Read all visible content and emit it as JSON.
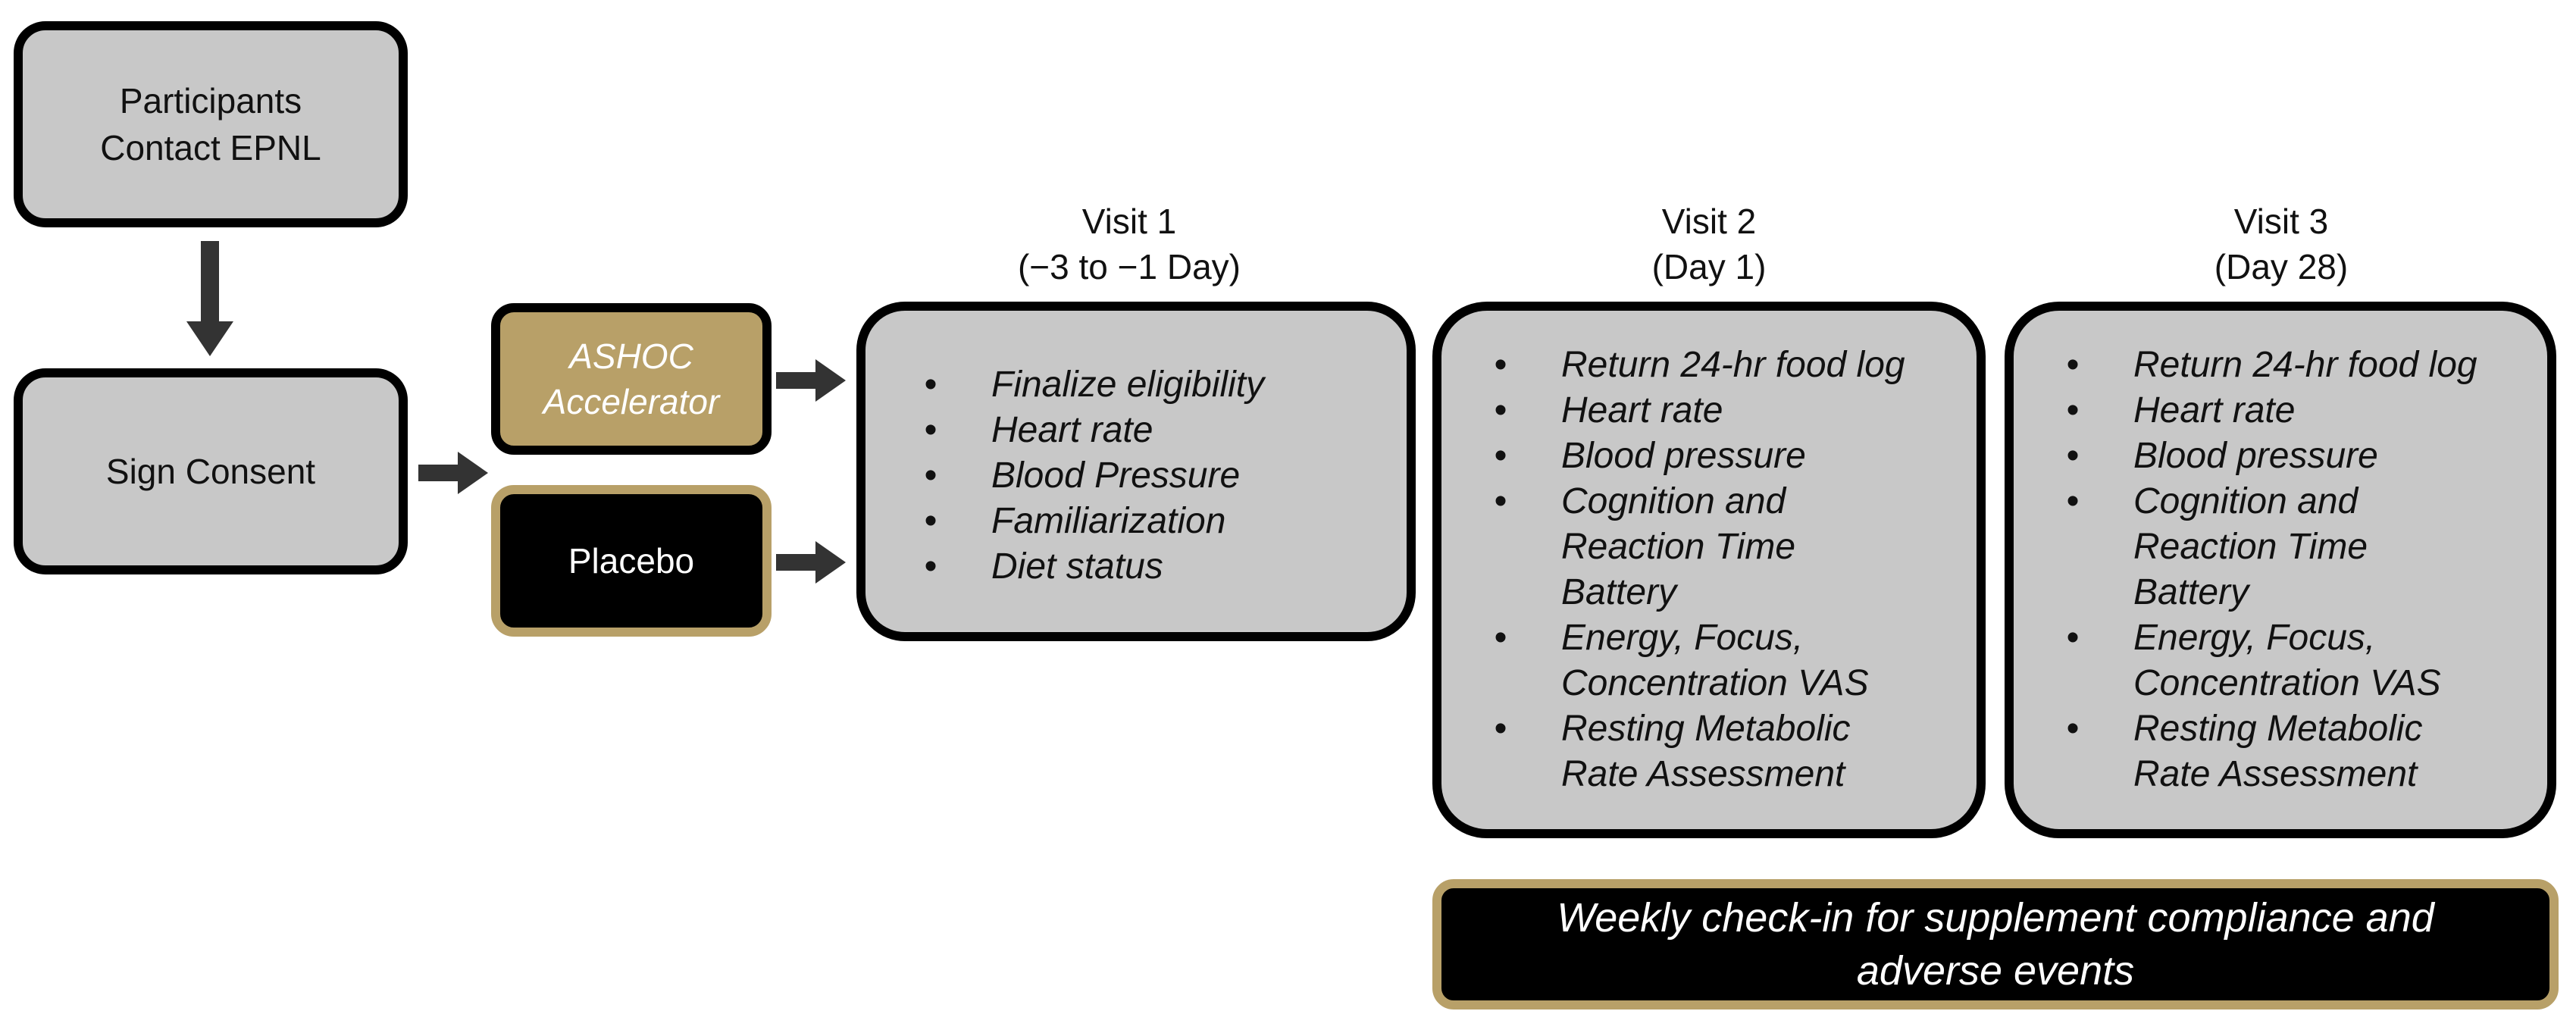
{
  "boxes": {
    "participants": "Participants\nContact EPNL",
    "participants_line1": "Participants",
    "participants_line2": "Contact EPNL",
    "sign_consent": "Sign Consent",
    "ashoc_line1": "ASHOC",
    "ashoc_line2": "Accelerator",
    "placebo": "Placebo"
  },
  "visits": [
    {
      "title_line1": "Visit 1",
      "title_line2": "(−3 to −1 Day)",
      "items": [
        "Finalize eligibility",
        "Heart rate",
        "Blood Pressure",
        "Familiarization",
        "Diet status"
      ]
    },
    {
      "title_line1": "Visit 2",
      "title_line2": "(Day 1)",
      "items": [
        [
          "Return 24-hr food log"
        ],
        [
          "Heart rate"
        ],
        [
          "Blood pressure"
        ],
        [
          "Cognition and",
          "Reaction Time",
          "Battery"
        ],
        [
          "Energy, Focus,",
          "Concentration VAS"
        ],
        [
          "Resting Metabolic",
          "Rate Assessment"
        ]
      ]
    },
    {
      "title_line1": "Visit 3",
      "title_line2": "(Day 28)",
      "items": [
        [
          "Return 24-hr food log"
        ],
        [
          "Heart rate"
        ],
        [
          "Blood pressure"
        ],
        [
          "Cognition and",
          "Reaction Time",
          "Battery"
        ],
        [
          "Energy, Focus,",
          "Concentration VAS"
        ],
        [
          "Resting Metabolic",
          "Rate Assessment"
        ]
      ]
    }
  ],
  "bullet_char": "•",
  "weekly_checkin": {
    "line1": "Weekly check-in for supplement compliance and",
    "line2": "adverse events"
  },
  "colors": {
    "box_fill": "#c8c8c8",
    "gold": "#b8a068",
    "black": "#000000",
    "arrow": "#333333"
  }
}
